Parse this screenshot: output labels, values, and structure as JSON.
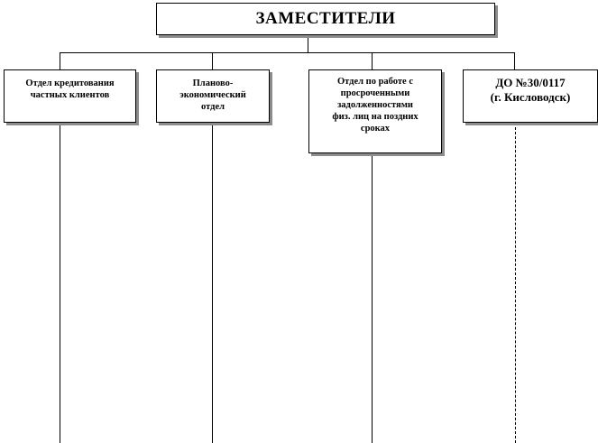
{
  "top": {
    "title": "ЗАМЕСТИТЕЛИ"
  },
  "departments": [
    {
      "label": "Отдел кредитования\nчастных клиентов"
    },
    {
      "label": "Планово-\nэкономический\nотдел"
    },
    {
      "label": "Отдел по работе с\nпросроченными\nзадолженностями\nфиз. лиц на поздних\nсроках"
    },
    {
      "label": "ДО №30/0117\n(г. Кисловодск)"
    }
  ]
}
